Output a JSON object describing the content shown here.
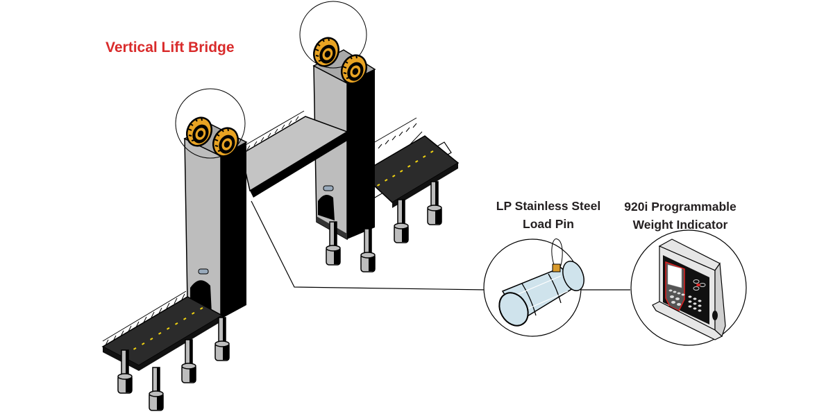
{
  "title": "Vertical Lift Bridge",
  "components": [
    {
      "id": "load-pin",
      "label_line1": "LP Stainless Steel",
      "label_line2": "Load Pin"
    },
    {
      "id": "weight-indicator",
      "label_line1": "920i Programmable",
      "label_line2": "Weight Indicator"
    }
  ],
  "colors": {
    "title": "#d92b2b",
    "sheave": "#e8a323",
    "tower_light": "#bdbdbd",
    "tower_dark": "#000000",
    "roadway": "#2b2b2b",
    "lane_marking": "#f2d411",
    "pin_body": "#cfe3ec",
    "indicator_accent": "#e02020"
  },
  "icons": [
    "sheave-wheel-icon",
    "load-pin-icon",
    "weight-indicator-icon"
  ]
}
